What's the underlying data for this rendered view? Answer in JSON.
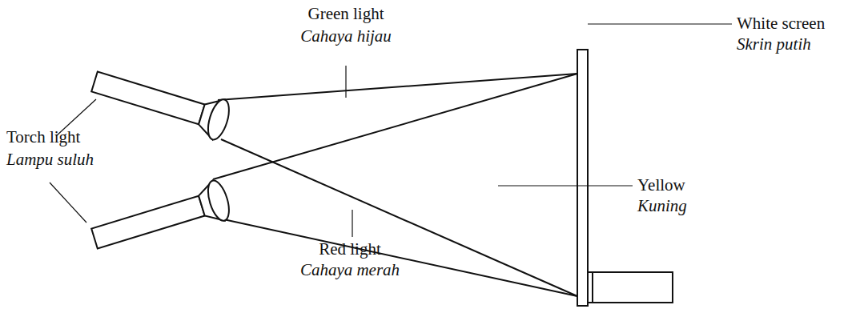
{
  "diagram": {
    "labels": [
      "Green light",
      "Cahaya hijau",
      "Torch light",
      "Lampu suluh",
      "Yellow",
      "Kuning",
      "White screen",
      "Skrin putih",
      "Red light",
      "Cahaya merah"
    ]
  }
}
